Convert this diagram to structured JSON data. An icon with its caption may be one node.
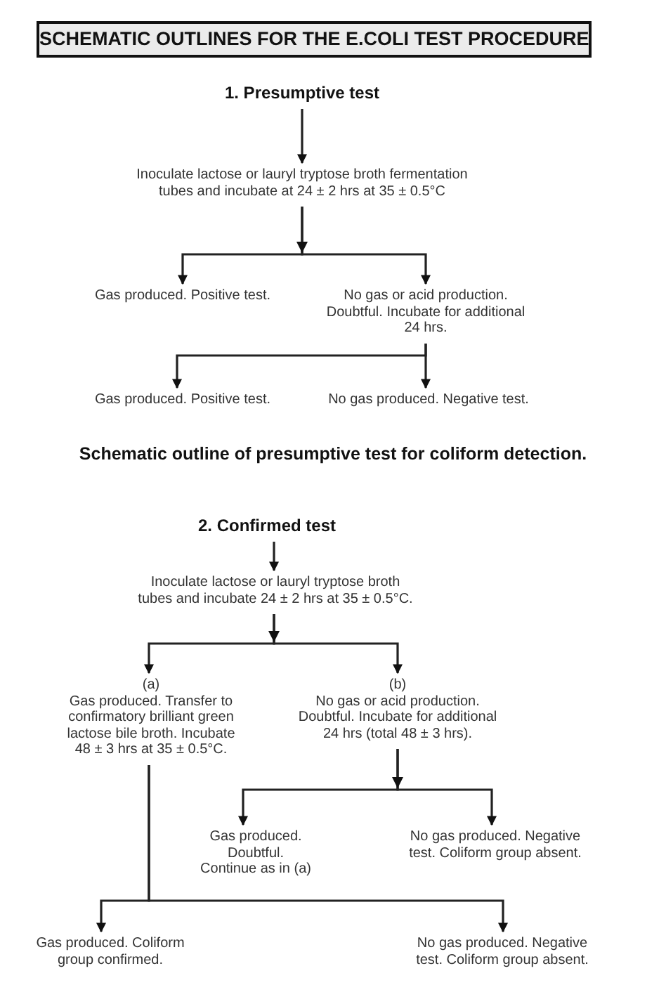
{
  "diagram": {
    "title": "SCHEMATIC OUTLINES FOR THE E.COLI TEST PROCEDURE",
    "caption": "Schematic outline of presumptive test for coliform detection.",
    "nodes": [
      {
        "text": [
          "1. Presumptive test"
        ]
      },
      {
        "text": [
          "Inoculate lactose or lauryl tryptose broth fermentation tubes and incubate at 24 ± 2 hrs at 35 ± 0.5°C"
        ]
      },
      {
        "text": [
          "Gas produced. Positive test."
        ]
      },
      {
        "text": [
          "No gas or acid production. Doubtful. Incubate for additional 24 hrs."
        ]
      },
      {
        "text": [
          "Gas produced. Positive test."
        ]
      },
      {
        "text": [
          "No gas produced. Negative test."
        ]
      },
      {
        "text": [
          "2. Confirmed test"
        ]
      },
      {
        "text": [
          "Inoculate lactose or lauryl tryptose broth tubes and incubate 24 ± 2 hrs at 35 ± 0.5°C."
        ]
      },
      {
        "text": [
          "(a)",
          "Gas produced. Transfer to confirmatory brilliant green lactose bile broth. Incubate 48 ± 3 hrs at 35 ± 0.5°C."
        ]
      },
      {
        "text": [
          "(b)",
          "No gas or acid production. Doubtful. Incubate for additional 24 hrs (total 48 ± 3 hrs)."
        ]
      },
      {
        "text": [
          "Gas produced. Doubtful. Continue as in (a)"
        ]
      },
      {
        "text": [
          "No gas produced. Negative test. Coliform group absent."
        ]
      },
      {
        "text": [
          "Gas produced. Coliform group confirmed."
        ]
      },
      {
        "text": [
          "No gas produced. Negative test. Coliform group absent."
        ]
      }
    ],
    "edges": [
      {
        "from": 0,
        "to": 1,
        "arrow": "to"
      },
      {
        "from": 1,
        "to": 2,
        "arrow": "to"
      },
      {
        "from": 1,
        "to": 3,
        "arrow": "to"
      },
      {
        "from": 3,
        "to": 4,
        "arrow": "to"
      },
      {
        "from": 3,
        "to": 5,
        "arrow": "to"
      },
      {
        "from": 6,
        "to": 7,
        "arrow": "to"
      },
      {
        "from": 7,
        "to": 8,
        "arrow": "to"
      },
      {
        "from": 7,
        "to": 9,
        "arrow": "to"
      },
      {
        "from": 9,
        "to": 10,
        "arrow": "to"
      },
      {
        "from": 9,
        "to": 11,
        "arrow": "to"
      },
      {
        "from": 8,
        "to": 12,
        "arrow": "to"
      },
      {
        "from": 8,
        "to": 13,
        "arrow": "to"
      }
    ]
  }
}
